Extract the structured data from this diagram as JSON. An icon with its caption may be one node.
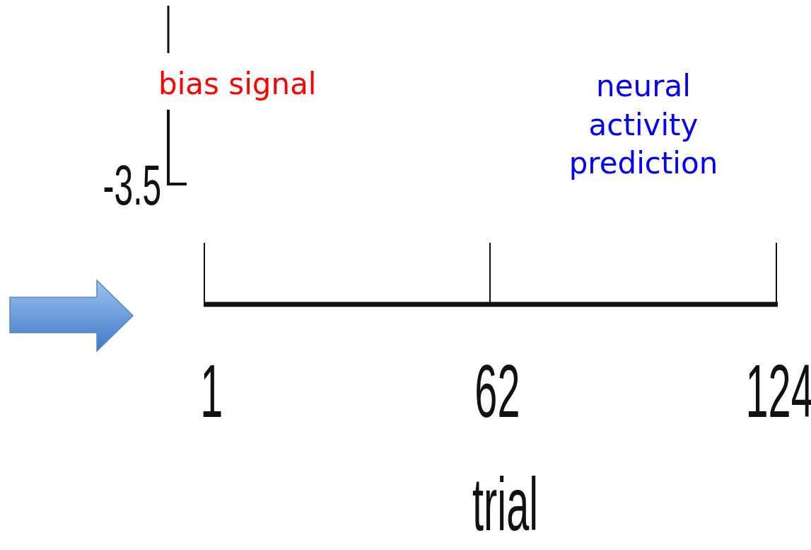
{
  "diagram": {
    "labels": [
      "bias signal",
      "neural activity prediction",
      "-3.5",
      "1",
      "62",
      "124",
      "trial"
    ]
  }
}
